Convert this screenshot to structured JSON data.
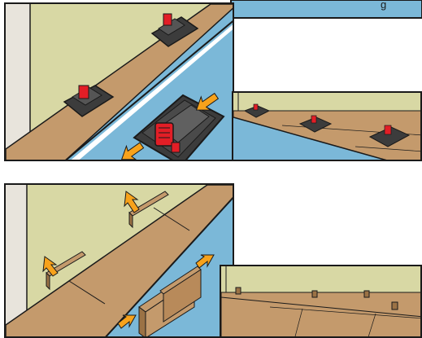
{
  "banner": {
    "visible_text_fragment": "g"
  },
  "colors": {
    "wall": "#d8d8a4",
    "wall_edge": "#e8e4dc",
    "floor_blue": "#7bb8d8",
    "wood": "#c49a6c",
    "wood_dark": "#9b7245",
    "spacer_dark": "#3c3c3c",
    "spacer_red": "#e21e26",
    "arrow_orange": "#f7a21b",
    "outline": "#1a1a1a"
  },
  "panels": [
    {
      "name": "panel-spacers-closeup",
      "icons": [
        "spacer-icon",
        "spacer-icon",
        "spacer-enlarged-icon",
        "arrow-icon",
        "arrow-icon"
      ]
    },
    {
      "name": "panel-spacers-row",
      "icons": [
        "spacer-icon",
        "spacer-icon",
        "spacer-icon"
      ]
    },
    {
      "name": "panel-shims-closeup",
      "icons": [
        "shim-icon",
        "shim-icon",
        "shim-pair-icon",
        "arrow-icon"
      ]
    },
    {
      "name": "panel-shims-row",
      "icons": [
        "shim-icon",
        "shim-icon",
        "shim-icon",
        "shim-icon"
      ]
    }
  ]
}
